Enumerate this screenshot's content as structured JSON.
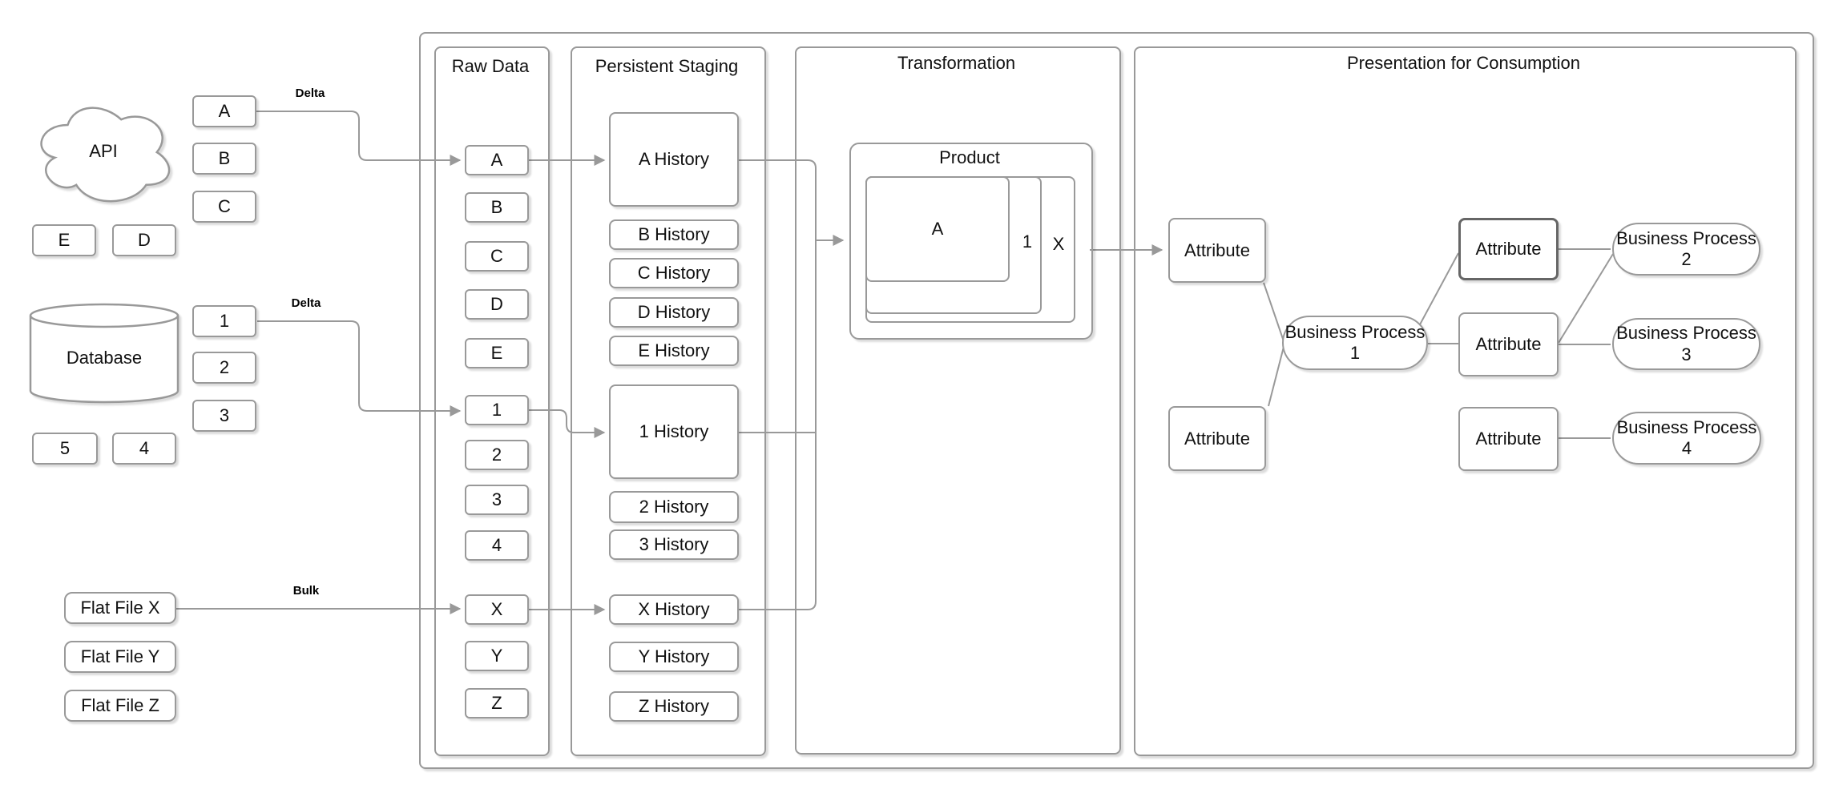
{
  "colors": {
    "stroke": "#999999",
    "stroke_dark": "#666666",
    "text": "#111111",
    "background": "#ffffff"
  },
  "sources": {
    "api": {
      "label": "API",
      "entities": [
        "A",
        "B",
        "C"
      ],
      "detached": [
        "E",
        "D"
      ]
    },
    "database": {
      "label": "Database",
      "entities": [
        "1",
        "2",
        "3"
      ],
      "detached": [
        "5",
        "4"
      ]
    },
    "flat_files": [
      "Flat File X",
      "Flat File Y",
      "Flat File Z"
    ],
    "flow_labels": {
      "api_delta": "Delta",
      "db_delta": "Delta",
      "file_bulk": "Bulk"
    }
  },
  "raw_data": {
    "title": "Raw Data",
    "api_items": [
      "A",
      "B",
      "C",
      "D",
      "E"
    ],
    "db_items": [
      "1",
      "2",
      "3",
      "4"
    ],
    "file_items": [
      "X",
      "Y",
      "Z"
    ]
  },
  "staging": {
    "title": "Persistent Staging",
    "api_items": [
      "A History",
      "B History",
      "C History",
      "D History",
      "E History"
    ],
    "db_items": [
      "1 History",
      "2 History",
      "3 History"
    ],
    "file_items": [
      "X History",
      "Y History",
      "Z History"
    ]
  },
  "transformation": {
    "title": "Transformation",
    "product": {
      "title": "Product",
      "layers": [
        "A",
        "1",
        "X"
      ]
    }
  },
  "presentation": {
    "title": "Presentation for Consumption",
    "attribute_label": "Attribute",
    "processes": [
      "Business Process 1",
      "Business Process 2",
      "Business Process 3",
      "Business Process 4"
    ]
  }
}
